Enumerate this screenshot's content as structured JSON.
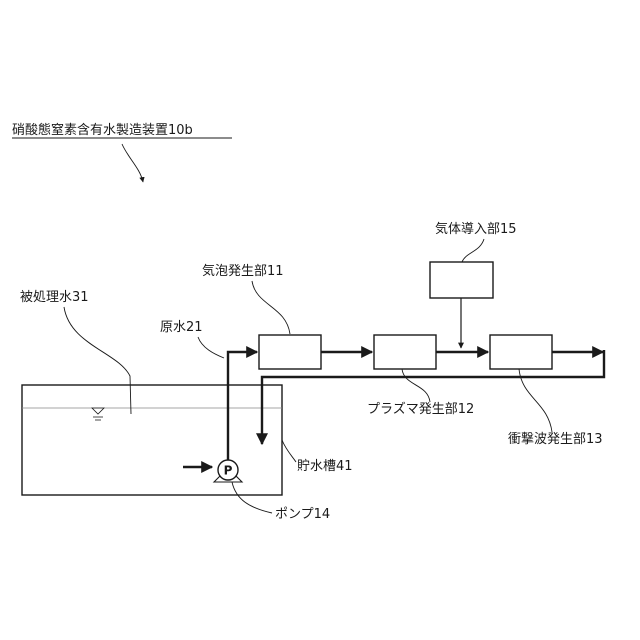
{
  "title": "硝酸態窒素含有水製造装置10b",
  "labels": {
    "treated_water": "被処理水31",
    "raw_water": "原水21",
    "bubble_generator": "気泡発生部11",
    "gas_inlet": "気体導入部15",
    "plasma_generator": "プラズマ発生部12",
    "shockwave_generator": "衝撃波発生部13",
    "storage_tank": "貯水槽41",
    "pump": "ポンプ14",
    "pump_symbol": "P"
  },
  "colors": {
    "line": "#1a1a1a",
    "water_surface": "#888888",
    "background": "#ffffff"
  }
}
